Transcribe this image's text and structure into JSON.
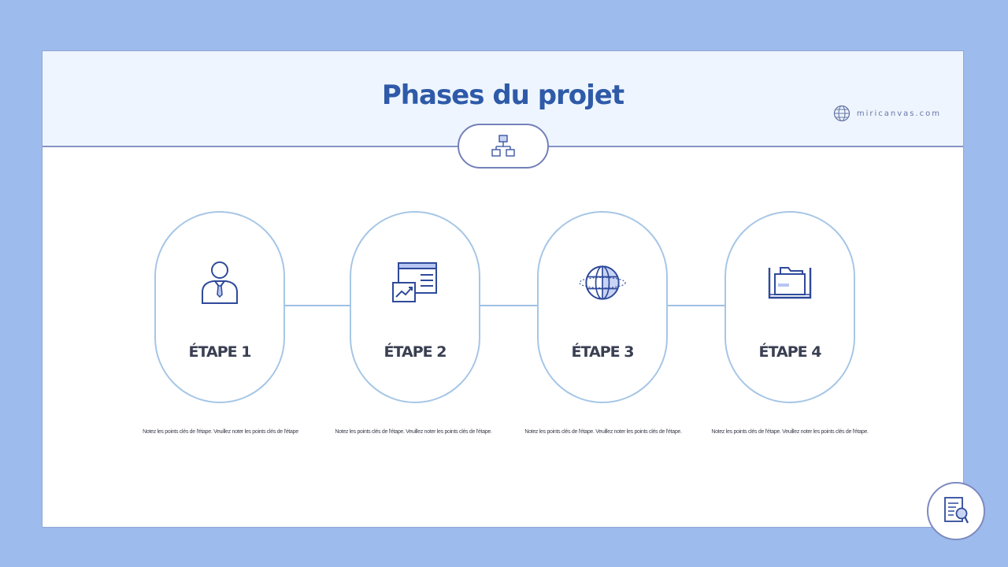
{
  "title": "Phases du projet",
  "brand": {
    "text": "miricanvas.com",
    "icon": "globe-icon"
  },
  "hub_icon": "org-chart-icon",
  "colors": {
    "background": "#9dbbec",
    "title": "#2e5aa8",
    "accent": "#2f4a9a",
    "pill_border": "#a6c6e6"
  },
  "steps": [
    {
      "label": "ÉTAPE 1",
      "icon": "businessman-icon",
      "note": "Notez les points clés de l'étape.  Veuillez noter les points clés de l'étape"
    },
    {
      "label": "ÉTAPE 2",
      "icon": "web-analytics-icon",
      "note": "Notez les points clés de l'étape.  Veuillez noter les points clés de l'étape."
    },
    {
      "label": "ÉTAPE 3",
      "icon": "globe-orbit-icon",
      "note": "Notez les points clés de l'étape.  Veuillez noter les points clés de l'étape."
    },
    {
      "label": "ÉTAPE 4",
      "icon": "folder-tray-icon",
      "note": "Notez les points clés de l'étape.  Veuillez noter les points clés de l'étape."
    }
  ],
  "corner_icon": "document-search-icon"
}
